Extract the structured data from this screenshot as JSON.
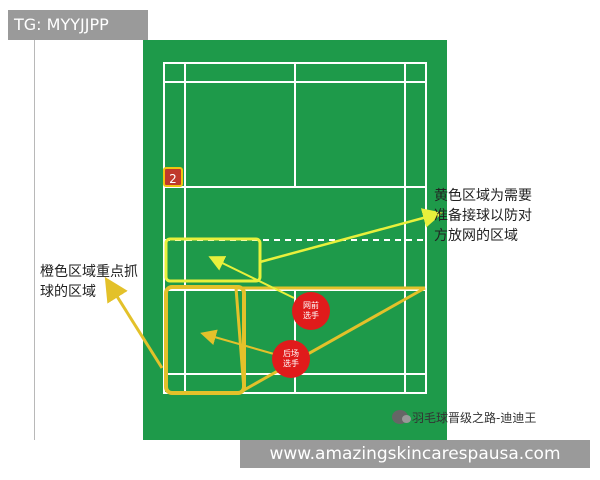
{
  "tag": {
    "label": "TG: MYYJJPP"
  },
  "court": {
    "colors": {
      "court": "#1e9a4a",
      "lines": "#ffffff",
      "yellow": "#e8f03c",
      "orange": "#e3c12a"
    },
    "zone_number": "2"
  },
  "annotations": {
    "yellow_zone": "黄色区域为需要\n准备接球以防对\n方放网的区域",
    "orange_zone": "橙色区域重点抓\n球的区域"
  },
  "players": {
    "front": "网前\n选手",
    "back": "后场\n选手"
  },
  "watermark": {
    "text": "羽毛球晋级之路-迪迪王",
    "icon": "wechat-icon"
  },
  "footer": {
    "url": "www.amazingskincarespausa.com"
  }
}
